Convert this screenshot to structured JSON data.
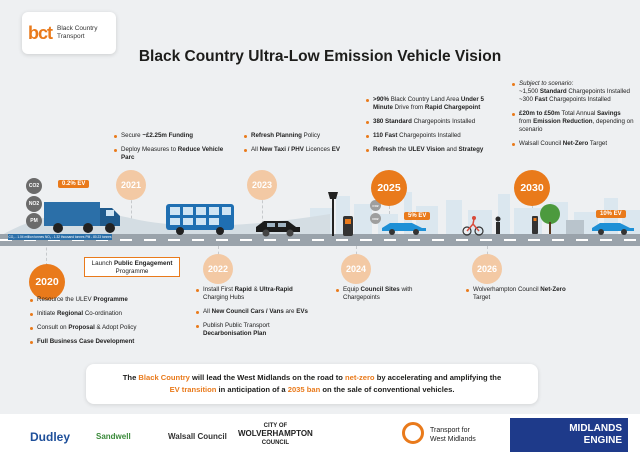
{
  "logo": {
    "mark": "bct",
    "line1": "Black Country",
    "line2": "Transport"
  },
  "title": "Black Country Ultra-Low Emission Vehicle Vision",
  "truck": {
    "ev": "0.2% EV",
    "co2": "CO2",
    "no2": "NO2",
    "pm": "PM",
    "stats": [
      "CO₂ - 1.04 million tonnes",
      "NO₂ - 1.32 thousand tonnes",
      "PM - 80.23 tonnes"
    ]
  },
  "years": {
    "y2020": "2020",
    "y2021": "2021",
    "y2022": "2022",
    "y2023": "2023",
    "y2024": "2024",
    "y2025": "2025",
    "y2026": "2026",
    "y2030": "2030"
  },
  "launch": {
    "pre": "Launch ",
    "bold": "Public Engagement",
    "post": " Programme"
  },
  "t2020": [
    {
      "pre": "Resource the ULEV ",
      "bold": "Programme",
      "post": ""
    },
    {
      "pre": "Initiate ",
      "bold": "Regional",
      "post": " Co-ordination"
    },
    {
      "pre": "Consult on ",
      "bold": "Proposal",
      "post": " & Adopt Policy"
    },
    {
      "pre": "",
      "bold": "Full Business Case Development",
      "post": ""
    }
  ],
  "t2021": [
    {
      "pre": "Secure ",
      "bold": "~£2.25m Funding",
      "post": ""
    },
    {
      "pre": "Deploy Measures to ",
      "bold": "Reduce Vehicle Parc",
      "post": ""
    }
  ],
  "t2022": [
    {
      "pre": "Install First ",
      "bold": "Rapid",
      "mid": " & ",
      "bold2": "Ultra-Rapid",
      "post": " Charging Hubs"
    },
    {
      "pre": "All ",
      "bold": "New Council Cars / Vans",
      "mid": " are ",
      "bold2": "EVs",
      "post": ""
    },
    {
      "pre": "Publish Public Transport ",
      "bold": "Decarbonisation Plan",
      "mid": "",
      "bold2": "",
      "post": ""
    }
  ],
  "t2023": [
    {
      "pre": "",
      "bold": "Refresh Planning",
      "post": " Policy"
    },
    {
      "pre": "All ",
      "bold": "New Taxi / PHV",
      "post": " Licences ",
      "bold2": "EV"
    }
  ],
  "t2024": [
    {
      "pre": "Equip ",
      "bold": "Council Sites",
      "post": " with Chargepoints"
    }
  ],
  "t2025": [
    {
      "pre": "",
      "bold": ">90%",
      "mid": " Black Country Land Area ",
      "bold2": "Under 5 Minute",
      "mid2": " Drive from ",
      "bold3": "Rapid Chargepoint"
    },
    {
      "pre": "",
      "bold": "380 Standard",
      "mid": " Chargepoints Installed",
      "bold2": "",
      "mid2": "",
      "bold3": ""
    },
    {
      "pre": "",
      "bold": "110 Fast",
      "mid": " Chargepoints Installed",
      "bold2": "",
      "mid2": "",
      "bold3": ""
    },
    {
      "pre": "",
      "bold": "Refresh",
      "mid": " the ",
      "bold2": "ULEV Vision",
      "mid2": " and ",
      "bold3": "Strategy"
    }
  ],
  "ev2025": "5% EV",
  "t2026": [
    {
      "pre": "Wolverhampton Council ",
      "bold": "Net-Zero",
      "post": " Target"
    }
  ],
  "t2030": {
    "scenario": "Subject to scenario:",
    "lines": [
      {
        "pre": "~1,500 ",
        "bold": "Standard",
        "post": " Chargepoints Installed"
      },
      {
        "pre": "~300 ",
        "bold": "Fast",
        "post": " Chargepoints Installed"
      }
    ],
    "items": [
      {
        "pre": "",
        "bold": "£20m to £50m",
        "mid": " Total Annual ",
        "bold2": "Savings",
        "mid2": " from ",
        "bold3": "Emission Reduction",
        "post": ", depending on scenario"
      },
      {
        "pre": "Walsall Council ",
        "bold": "Net-Zero",
        "mid": " Target",
        "bold2": "",
        "mid2": "",
        "bold3": "",
        "post": ""
      }
    ]
  },
  "ev2030": "10% EV",
  "bottom": {
    "a1": "The ",
    "h1": "Black Country",
    "a2": " will lead the West Midlands on the road to ",
    "h2": "net-zero",
    "a3": " by accelerating and amplifying the ",
    "h3": "EV transition",
    "a4": " in anticipation of a ",
    "h4": "2035 ban",
    "a5": " on the sale of conventional vehicles."
  },
  "footer": {
    "dudley": "Dudley",
    "sandwell": "Sandwell",
    "walsall": "Walsall Council",
    "wolv1": "CITY OF",
    "wolv2": "WOLVERHAMPTON",
    "wolv3": "COUNCIL",
    "tfwm1": "Transport for",
    "tfwm2": "West Midlands",
    "me1": "MIDLANDS",
    "me2": "ENGINE"
  },
  "colors": {
    "accent": "#e97a1b",
    "bus": "#1f6fb2",
    "car": "#1e90d6"
  }
}
